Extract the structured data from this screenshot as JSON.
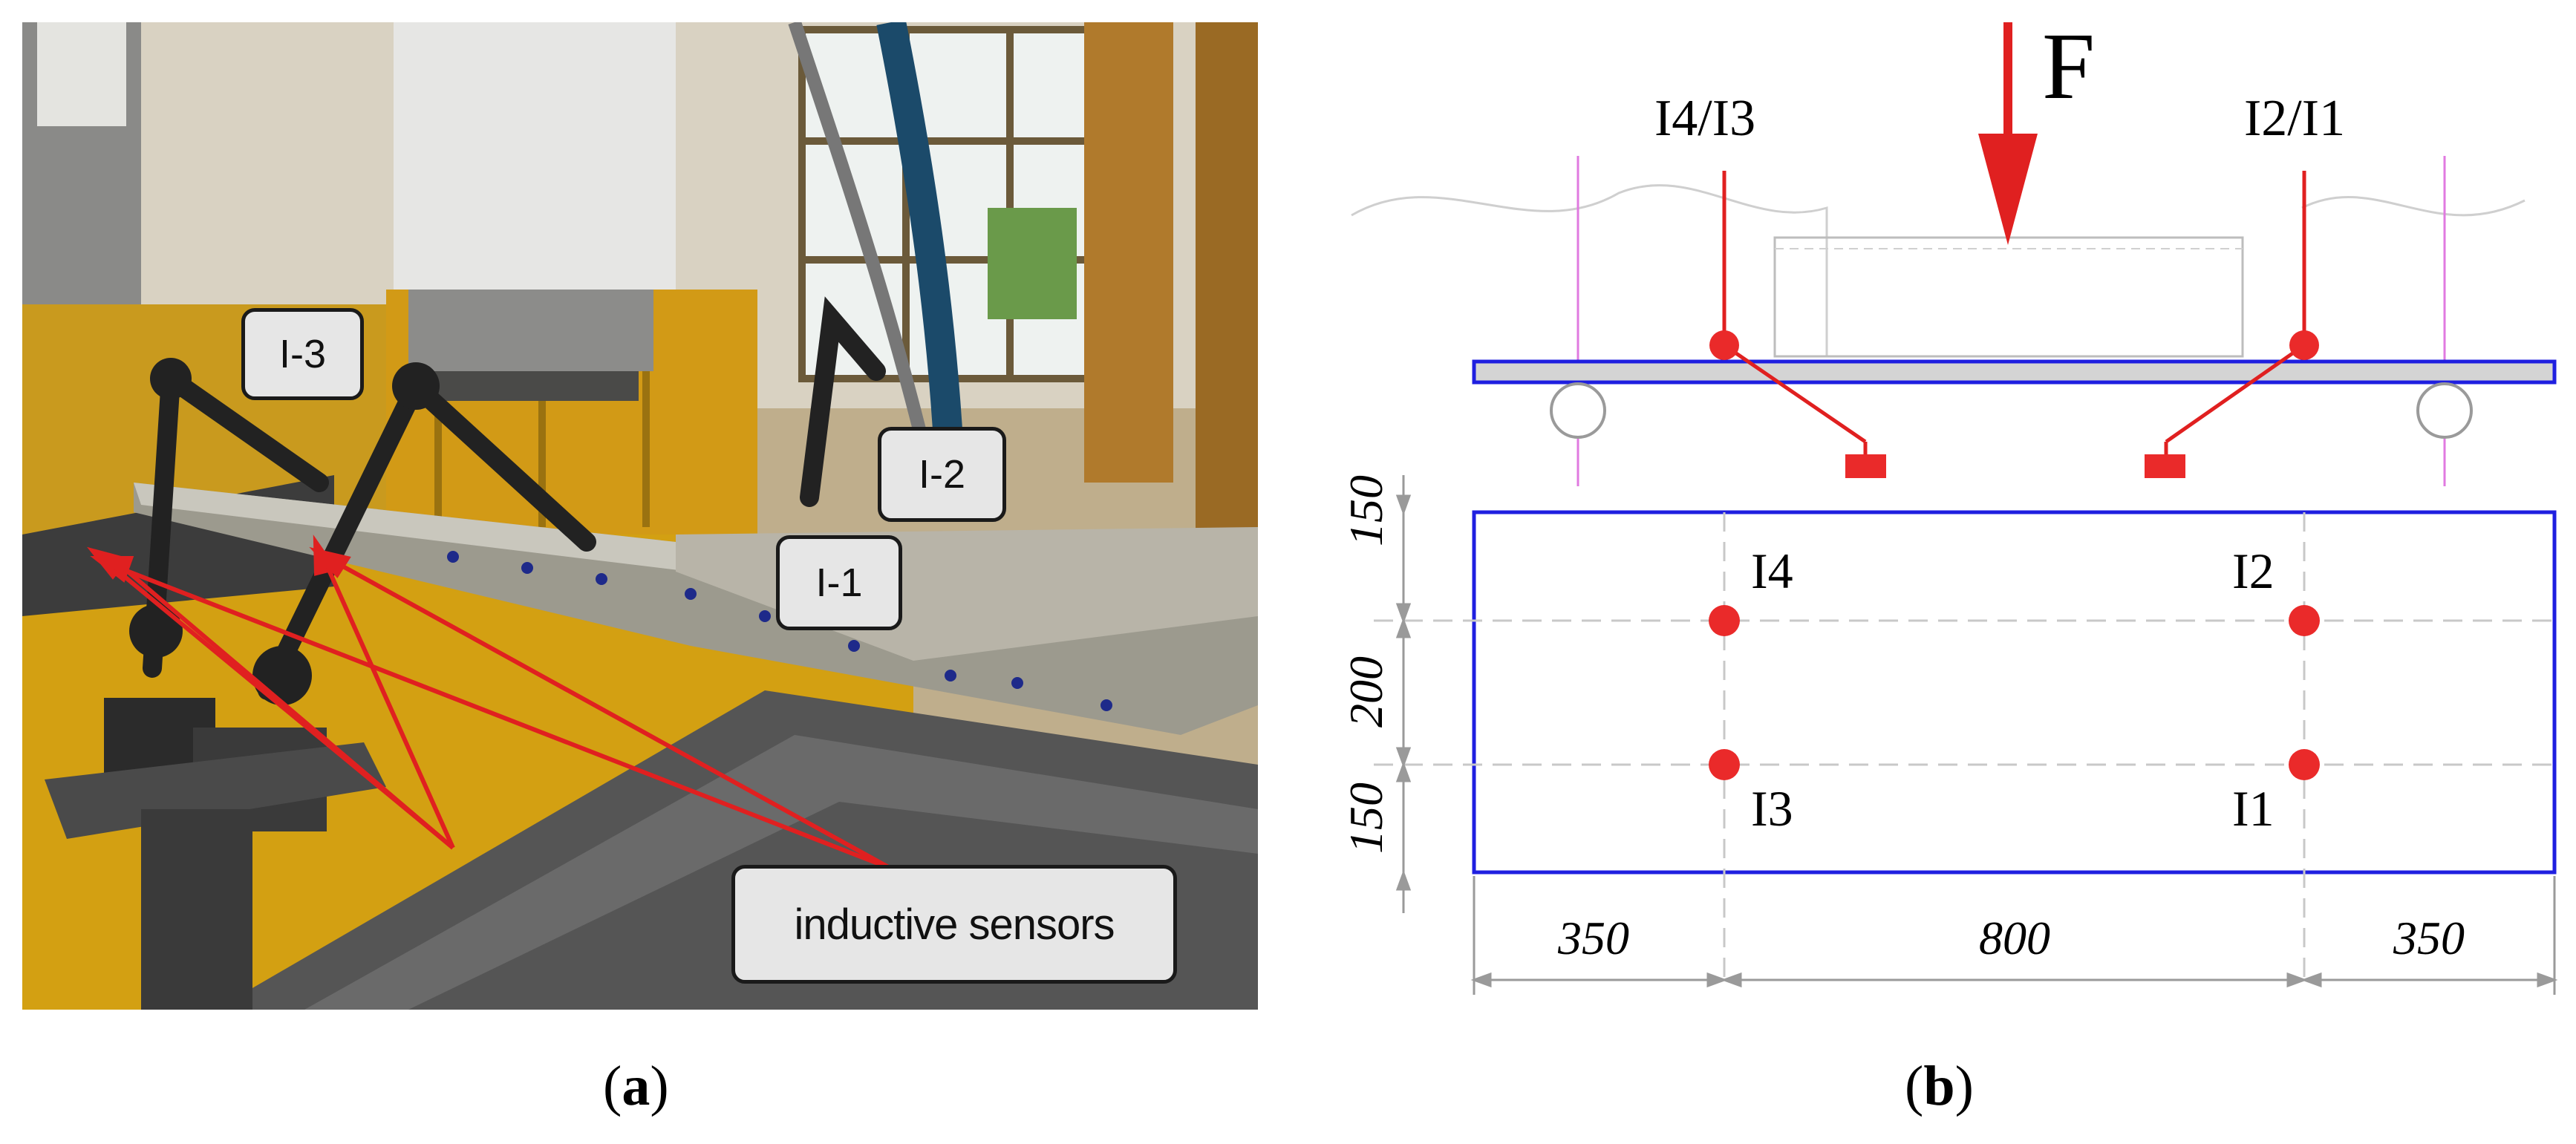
{
  "panel_a": {
    "labels": {
      "i3": "I-3",
      "i2": "I-2",
      "i1": "I-1",
      "sensors": "inductive sensors"
    },
    "caption_letter": "a"
  },
  "panel_b": {
    "force": "F",
    "top_left_sensor": "I4/I3",
    "top_right_sensor": "I2/I1",
    "points": [
      "I4",
      "I2",
      "I3",
      "I1"
    ],
    "vertical_dims": [
      "150",
      "200",
      "150"
    ],
    "horizontal_dims": [
      "350",
      "800",
      "350"
    ],
    "caption_letter": "b"
  },
  "colors": {
    "arrow_red": "#e02020",
    "outline_blue": "#1f1fe0",
    "marker_red": "#ea2a2a",
    "guide_pink": "#e07ae0"
  }
}
